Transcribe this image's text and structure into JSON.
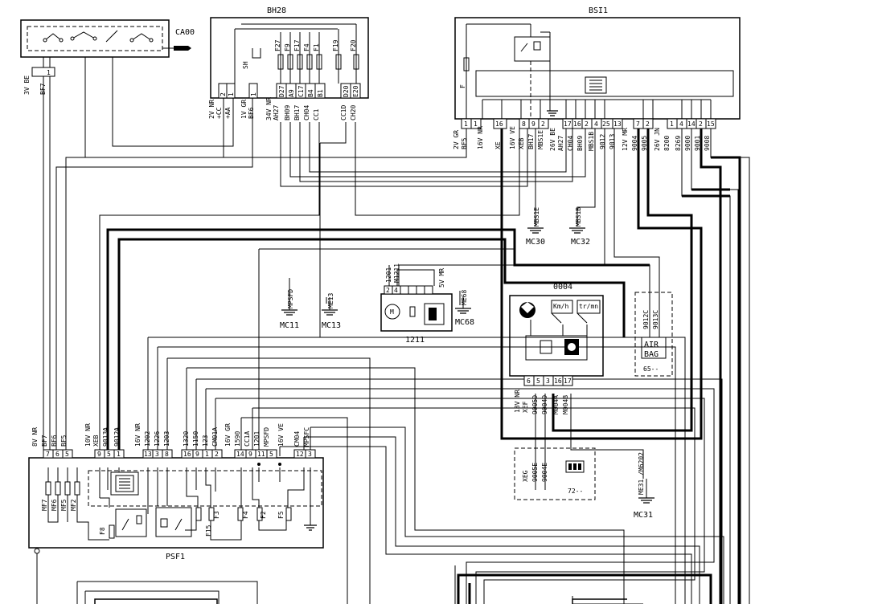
{
  "components": {
    "ca00": "CA00",
    "bh28": "BH28",
    "bsi1": "BSI1",
    "psf1": "PSF1",
    "c0004": "0004",
    "c1211": "1211",
    "airbag_text_1": "AIR",
    "airbag_text_2": "BAG",
    "airbag_ref": "65--",
    "box72": "72--",
    "kmh": "Km/h",
    "trmn": "tr/mn",
    "fuse_f": "F"
  },
  "ca00_connector": {
    "pin": "1",
    "labels": [
      "3V BE",
      "BF7"
    ]
  },
  "bh28": {
    "fuses": [
      "F27",
      "F9",
      "F17",
      "F4",
      "F1",
      "F19",
      "F20"
    ],
    "sh": "SH",
    "pins": [
      "2",
      "1",
      "1",
      "D27",
      "A9",
      "C17",
      "B4",
      "B1",
      "D20",
      "E20"
    ],
    "wires_left": [
      "2V NR",
      "+CC",
      "+AA",
      "1V GR",
      "BF6",
      "34V NR",
      "AH27",
      "BH09",
      "BH17",
      "CH04",
      "CC1"
    ],
    "wires_right": [
      "CC1D",
      "CH20"
    ]
  },
  "bsi1": {
    "pins": [
      "1",
      "1",
      "16",
      "8",
      "9",
      "2",
      "17",
      "16",
      "2",
      "4",
      "25",
      "13",
      "7",
      "2",
      "1",
      "4",
      "14",
      "2",
      "15"
    ],
    "wires": [
      "2V GR",
      "BF5",
      "16V NR",
      "XE",
      "16V VE",
      "XEB",
      "BH17",
      "MBS1E",
      "26V BE",
      "AH27",
      "CH04",
      "BH09",
      "MBS1B",
      "9012",
      "9013",
      "12V MR",
      "9004",
      "9005",
      "26V JN",
      "8200",
      "8269",
      "9000",
      "9001",
      "9008"
    ]
  },
  "grounds": [
    {
      "wire": "MBS1E",
      "label": "MC30"
    },
    {
      "wire": "MBS1B",
      "label": "MC32"
    },
    {
      "wire": "MPSFD",
      "label": "MC11"
    },
    {
      "wire": "ME13",
      "label": "MC13"
    },
    {
      "wire": "ME68",
      "label": "MC68"
    },
    {
      "wire": "ME31 /M6202",
      "label": "MC31"
    }
  ],
  "c1211": {
    "pins": [
      "2",
      "4"
    ],
    "wires": [
      "1201",
      "M1211",
      "5V MR"
    ],
    "motor": "M"
  },
  "c0004": {
    "pins": [
      "6",
      "5",
      "3",
      "16",
      "17"
    ],
    "wires": [
      "18V NR",
      "XEF",
      "9005D",
      "9004D",
      "M004A",
      "M004B"
    ]
  },
  "airbag": {
    "wires": [
      "9012C",
      "9013C"
    ]
  },
  "box72_wires": [
    "XEG",
    "9005E",
    "9004E"
  ],
  "psf1": {
    "wires_a": [
      "8V NR",
      "BF7",
      "BF6",
      "BF5"
    ],
    "wires_b": [
      "10V NR",
      "XEB",
      "9013A",
      "9012A"
    ],
    "wires_c": [
      "16V NR",
      "1202",
      "1226",
      "1203",
      "1320",
      "1150",
      "123",
      "CM01A",
      "16V GR",
      "1590",
      "CC1A",
      "1201",
      "MPSFD",
      "16V VE",
      "CM04",
      "MPSFC"
    ],
    "pins_a": [
      "7",
      "6",
      "5"
    ],
    "pins_b": [
      "9",
      "5",
      "1"
    ],
    "pins_c": [
      "13",
      "3",
      "8",
      "16",
      "9",
      "1",
      "2",
      "14",
      "9",
      "11",
      "5",
      "12",
      "3"
    ],
    "fuses": [
      "MF7",
      "MF6",
      "MF5",
      "MF2",
      "F8",
      "F15",
      "F3",
      "F4",
      "F2",
      "F5"
    ]
  }
}
